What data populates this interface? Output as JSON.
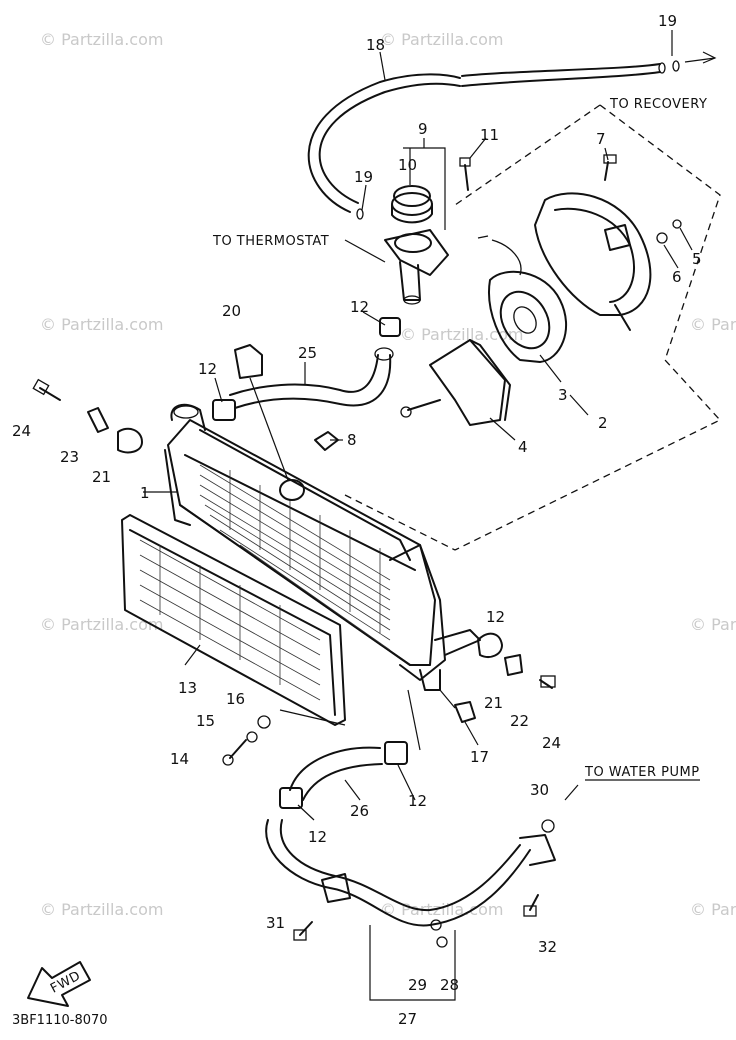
{
  "watermark": "© Partzilla.com",
  "diagram_code": "3BF1110-8070",
  "fwd_label": "FWD",
  "notes": {
    "to_recovery": "TO RECOVERY",
    "to_thermostat": "TO THERMOSTAT",
    "to_water_pump": "TO WATER PUMP"
  },
  "callouts": [
    "1",
    "2",
    "3",
    "4",
    "5",
    "6",
    "7",
    "8",
    "9",
    "10",
    "11",
    "12",
    "12",
    "12",
    "12",
    "12",
    "13",
    "14",
    "15",
    "16",
    "17",
    "18",
    "19",
    "19",
    "20",
    "21",
    "21",
    "22",
    "23",
    "24",
    "24",
    "25",
    "26",
    "27",
    "28",
    "29",
    "30",
    "31",
    "32"
  ]
}
